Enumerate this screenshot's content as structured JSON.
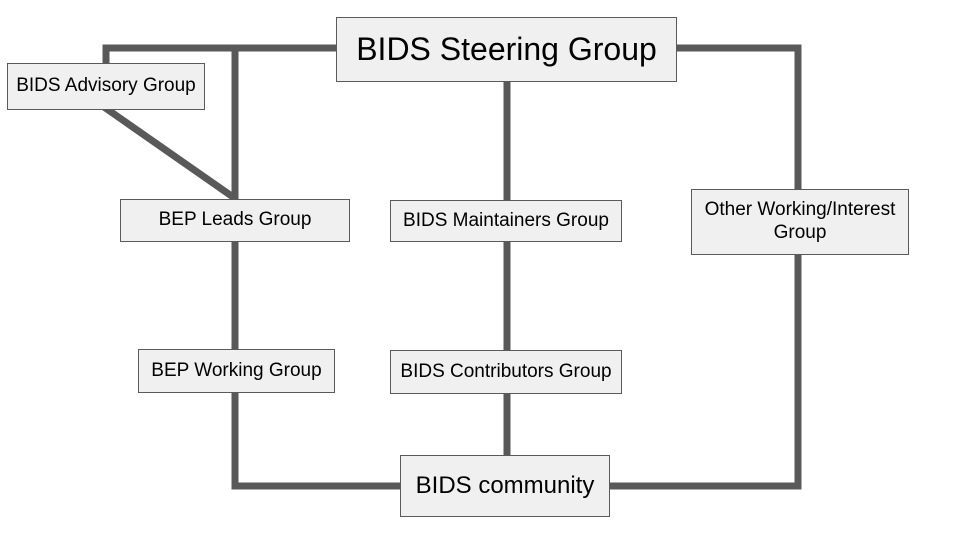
{
  "colors": {
    "background": "#ffffff",
    "line": "#595959",
    "box_fill": "#f0f0f0",
    "box_border": "#5a5a5a",
    "text": "#000000"
  },
  "boxes": {
    "steering": {
      "label": "BIDS Steering Group"
    },
    "advisory": {
      "label": "BIDS Advisory Group"
    },
    "bep_leads": {
      "label": "BEP Leads Group"
    },
    "maintainers": {
      "label": "BIDS Maintainers Group"
    },
    "other_working": {
      "label": "Other Working/Interest Group"
    },
    "bep_working": {
      "label": "BEP Working Group"
    },
    "contributors": {
      "label": "BIDS Contributors Group"
    },
    "community": {
      "label": "BIDS community"
    }
  }
}
